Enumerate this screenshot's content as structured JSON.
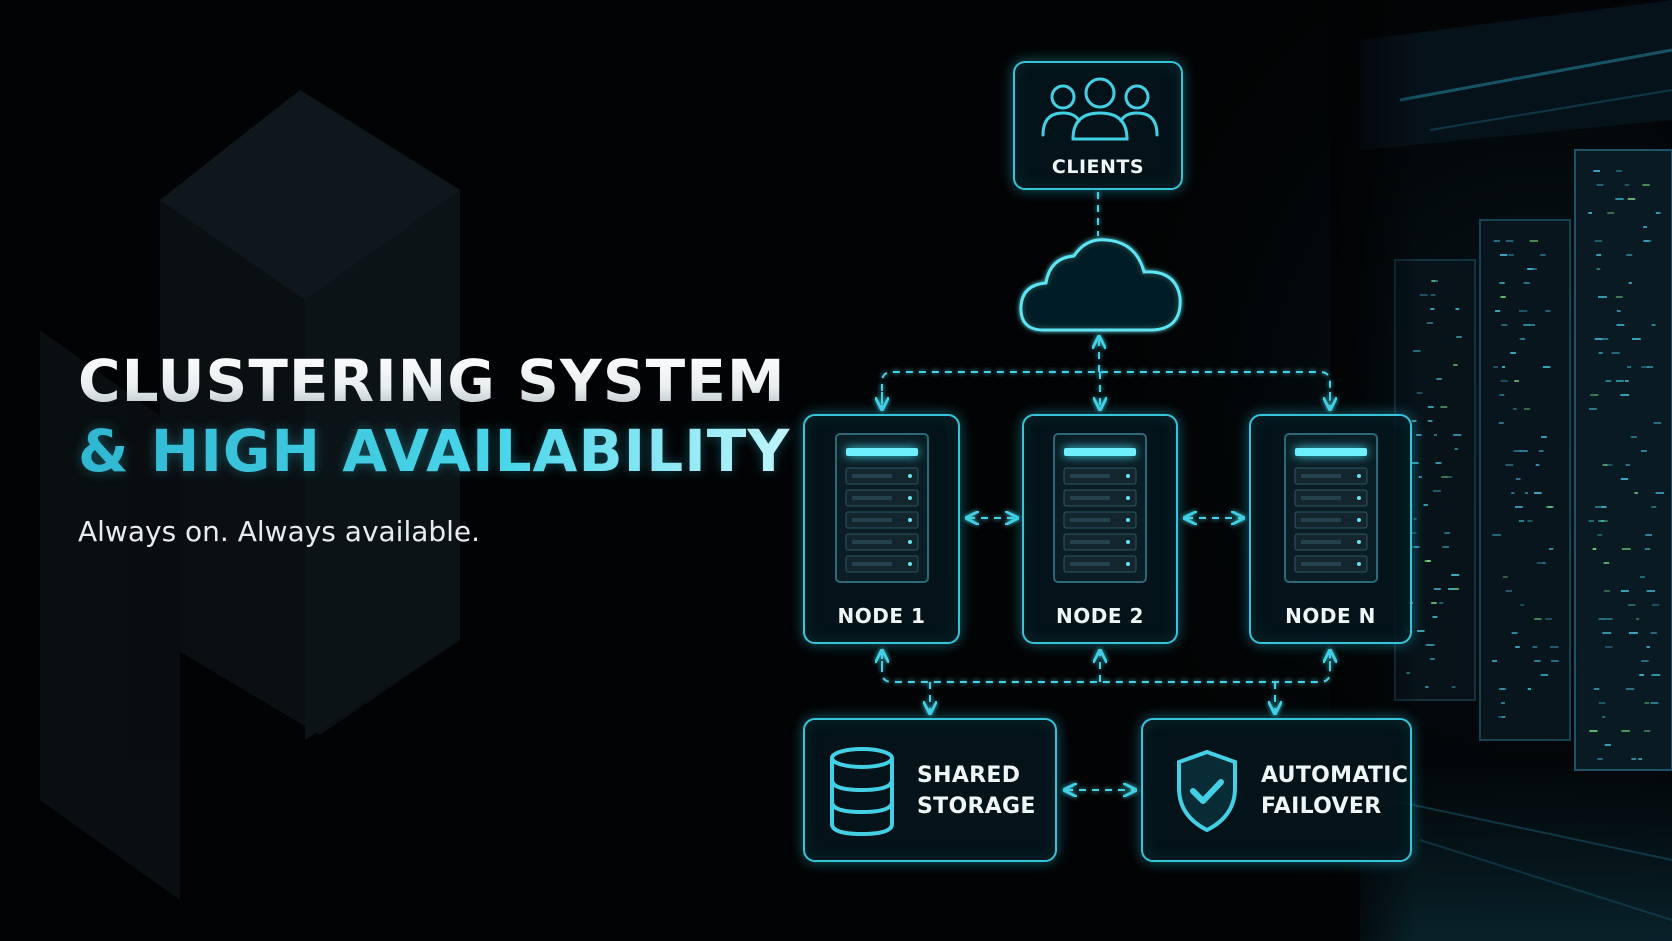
{
  "headline": {
    "line1": "CLUSTERING SYSTEM",
    "line2": "& HIGH AVAILABILITY",
    "tagline": "Always on. Always available."
  },
  "diagram": {
    "clients": {
      "label": "CLIENTS",
      "icon": "users-icon"
    },
    "cloud": {
      "icon": "cloud-icon"
    },
    "nodes": [
      {
        "label": "NODE 1",
        "icon": "server-rack-icon"
      },
      {
        "label": "NODE 2",
        "icon": "server-rack-icon"
      },
      {
        "label": "NODE N",
        "icon": "server-rack-icon"
      }
    ],
    "storage": {
      "line1": "SHARED",
      "line2": "STORAGE",
      "icon": "database-icon"
    },
    "failover": {
      "line1": "AUTOMATIC",
      "line2": "FAILOVER",
      "icon": "shield-check-icon"
    }
  },
  "colors": {
    "accent": "#37c4d9",
    "accent_glow": "#5fe4f2",
    "background": "#020304",
    "text": "#eef6f8"
  }
}
